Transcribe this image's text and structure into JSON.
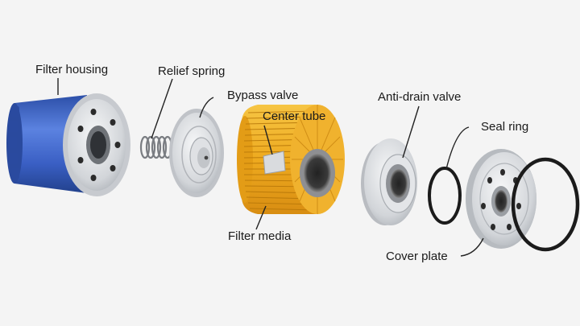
{
  "diagram": {
    "labels": {
      "filter_housing": "Filter housing",
      "relief_spring": "Relief spring",
      "bypass_valve": "Bypass valve",
      "center_tube": "Center tube",
      "anti_drain_valve": "Anti-drain valve",
      "seal_ring": "Seal ring",
      "filter_media": "Filter media",
      "cover_plate": "Cover plate"
    },
    "colors": {
      "housing_blue": "#3d63c9",
      "media_yellow": "#f2b22a",
      "metal_gray": "#d3d6da",
      "seal_black": "#1b1b1b",
      "leader_line": "#222222"
    }
  }
}
